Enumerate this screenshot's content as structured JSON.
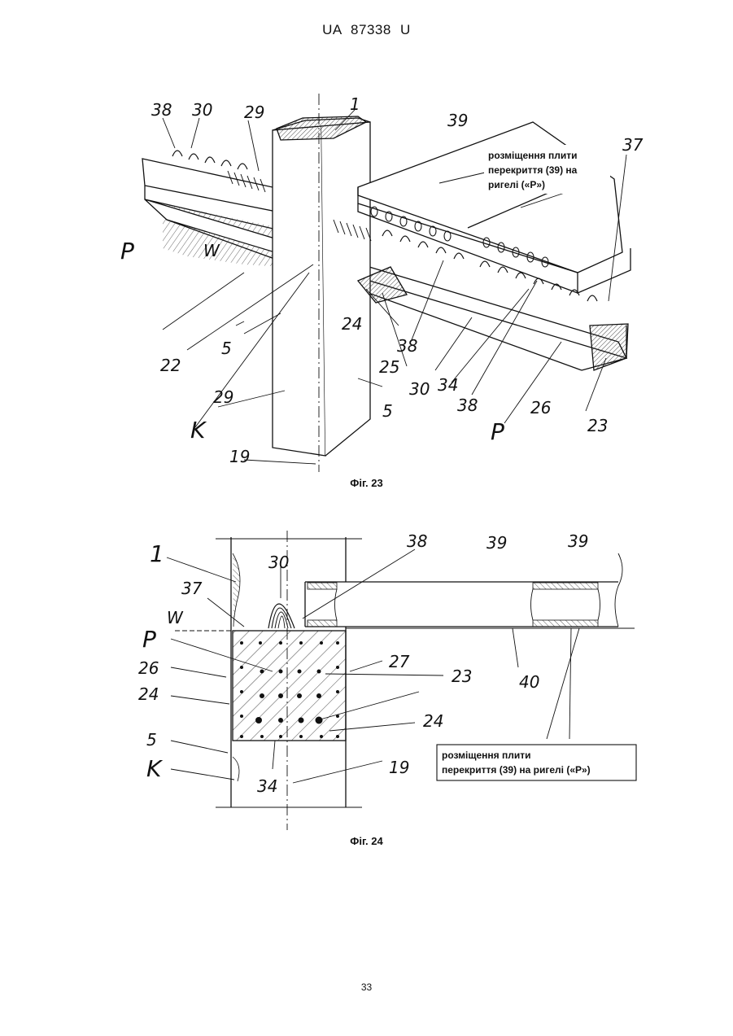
{
  "header": {
    "text": "UA   87338   U"
  },
  "fig23": {
    "caption": "Фіг. 23",
    "note_lines": [
      "розміщення плити",
      "перекриття (39) на",
      "ригелі («Р»)"
    ],
    "labels": {
      "l38a": "38",
      "l30a": "30",
      "l29a": "29",
      "l1": "1",
      "l39": "39",
      "l37": "37",
      "lP1": "P",
      "lW": "W",
      "l22": "22",
      "l5a": "5",
      "l24": "24",
      "l38b": "38",
      "l25": "25",
      "l29b": "29",
      "lK": "K",
      "l19": "19",
      "l5b": "5",
      "l30b": "30",
      "l34": "34",
      "l38c": "38",
      "lP2": "P",
      "l26": "26",
      "l23": "23"
    }
  },
  "fig24": {
    "caption": "Фіг. 24",
    "note_lines": [
      "розміщення плити",
      "перекриття (39) на ригелі («Р»)"
    ],
    "labels": {
      "l1": "1",
      "l30": "30",
      "l38": "38",
      "l39a": "39",
      "l39b": "39",
      "l37": "37",
      "lW": "W",
      "lP": "P",
      "l26": "26",
      "l27": "27",
      "l23": "23",
      "l24a": "24",
      "l24b": "24",
      "l5": "5",
      "lK": "K",
      "l34": "34",
      "l19": "19",
      "l40": "40"
    }
  },
  "page_number": "33"
}
